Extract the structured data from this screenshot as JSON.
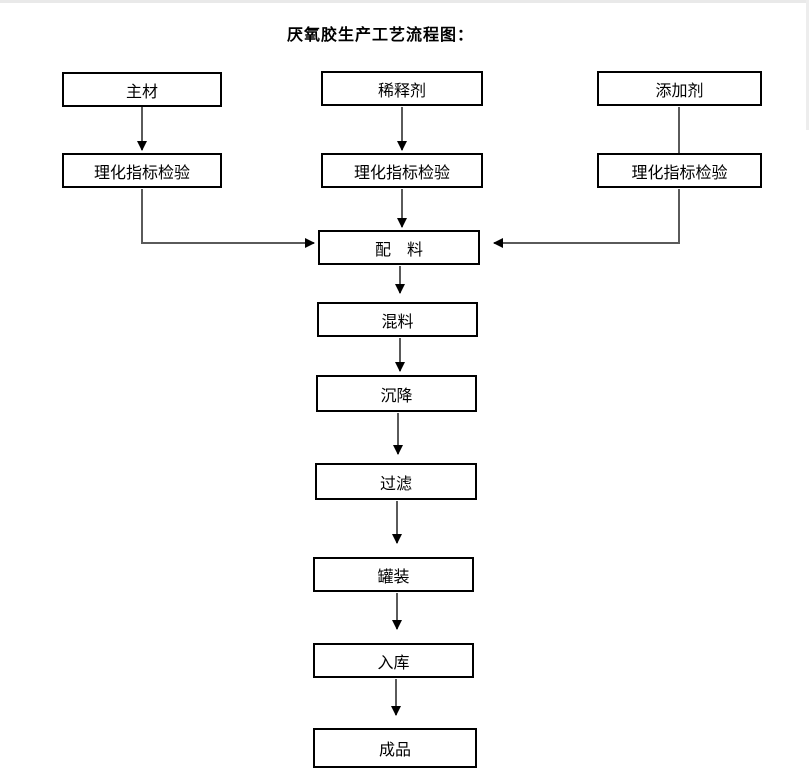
{
  "page": {
    "title": "厌氧胶生产工艺流程图："
  },
  "diagram": {
    "type": "flowchart",
    "nodes": {
      "main_material": {
        "label": "主材"
      },
      "diluent": {
        "label": "稀释剂"
      },
      "additive": {
        "label": "添加剂"
      },
      "inspection_left": {
        "label": "理化指标检验"
      },
      "inspection_mid": {
        "label": "理化指标检验"
      },
      "inspection_right": {
        "label": "理化指标检验"
      },
      "batching": {
        "label": "配　料"
      },
      "mixing": {
        "label": "混料"
      },
      "sedimentation": {
        "label": "沉降"
      },
      "filtration": {
        "label": "过滤"
      },
      "canning": {
        "label": "罐装"
      },
      "warehousing": {
        "label": "入库"
      },
      "finished_product": {
        "label": "成品"
      }
    },
    "edges": [
      {
        "from": "main_material",
        "to": "inspection_left",
        "arrowhead": true
      },
      {
        "from": "diluent",
        "to": "inspection_mid",
        "arrowhead": true
      },
      {
        "from": "additive",
        "to": "inspection_right",
        "arrowhead": false
      },
      {
        "from": "inspection_left",
        "to": "batching",
        "arrowhead": true
      },
      {
        "from": "inspection_mid",
        "to": "batching",
        "arrowhead": true
      },
      {
        "from": "inspection_right",
        "to": "batching",
        "arrowhead": true
      },
      {
        "from": "batching",
        "to": "mixing",
        "arrowhead": true
      },
      {
        "from": "mixing",
        "to": "sedimentation",
        "arrowhead": true
      },
      {
        "from": "sedimentation",
        "to": "filtration",
        "arrowhead": true
      },
      {
        "from": "filtration",
        "to": "canning",
        "arrowhead": true
      },
      {
        "from": "canning",
        "to": "warehousing",
        "arrowhead": true
      },
      {
        "from": "warehousing",
        "to": "finished_product",
        "arrowhead": true
      }
    ],
    "colors": {
      "box_border": "#000000",
      "arrow_stem": "#5a5a5a",
      "arrow_head": "#000000",
      "text": "#000000",
      "background": "#ffffff"
    }
  }
}
